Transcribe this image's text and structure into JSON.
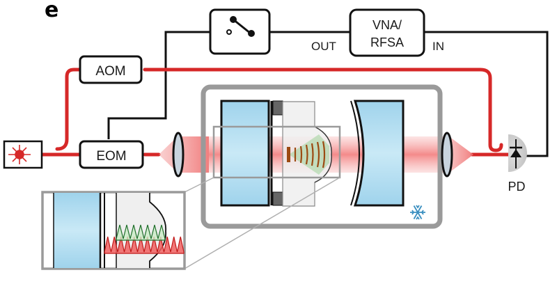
{
  "panel_label": "e",
  "components": {
    "aom": {
      "label": "AOM"
    },
    "eom": {
      "label": "EOM"
    },
    "vna": {
      "line1": "VNA/",
      "line2": "RFSA"
    },
    "vna_out": "OUT",
    "vna_in": "IN",
    "photodetector": "PD",
    "switch": {
      "icon": "switch-icon"
    },
    "laser": {
      "icon": "laser-icon"
    },
    "cryostat": {
      "icon": "snowflake-icon"
    }
  },
  "colors": {
    "laser_beam": "#d62828",
    "beam_glow": "#f28b8b",
    "electrical": "#111111",
    "mirror_fill": "#a9d8ee",
    "cryostat_frame": "#9a9a9a",
    "acoustic": "#b5651d",
    "snowflake": "#3a8fc0",
    "green_wave": "#2e8b3a"
  }
}
